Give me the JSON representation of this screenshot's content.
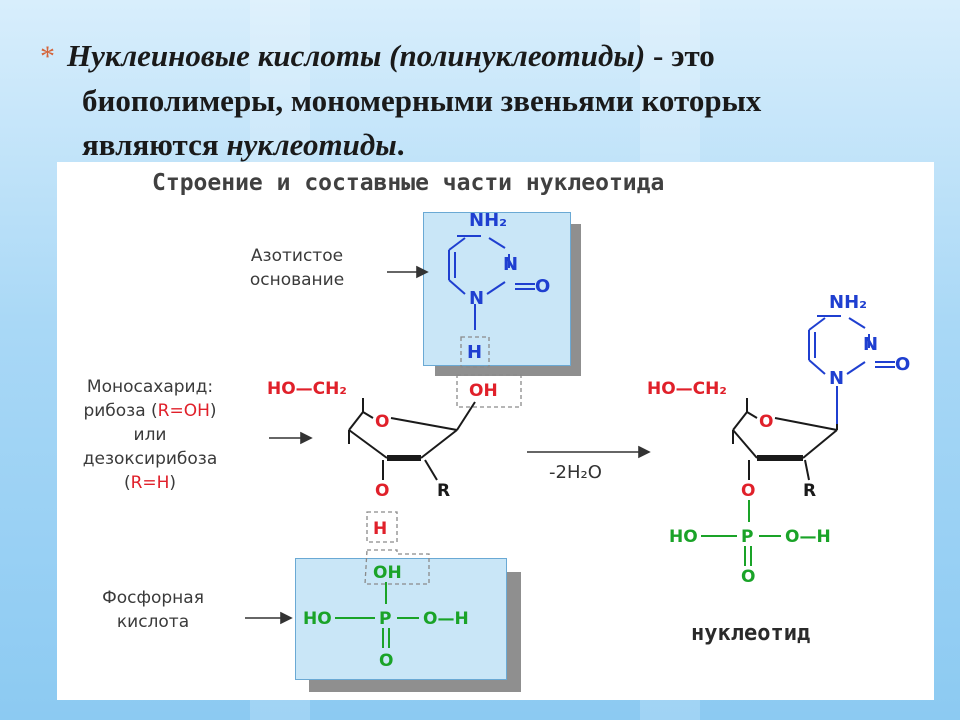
{
  "heading": {
    "bullet": "*",
    "line1_italic": "Нуклеиновые кислоты (полинуклеотиды)",
    "line1_rest": " - это",
    "line2": "биополимеры, мономерными звеньями которых",
    "line3_start": "являются ",
    "line3_italic": "нуклеотиды",
    "line3_end": "."
  },
  "diagram": {
    "title": "Строение и составные части нуклеотида",
    "label_base_1": "Азотистое",
    "label_base_2": "основание",
    "label_sugar_1": "Моносахарид:",
    "label_sugar_2a": "рибоза (",
    "label_sugar_2b": "R=OH",
    "label_sugar_2c": ")",
    "label_sugar_3": "или",
    "label_sugar_4": "дезоксирибоза",
    "label_sugar_5a": "(",
    "label_sugar_5b": "R=H",
    "label_sugar_5c": ")",
    "label_phos_1": "Фосфорная",
    "label_phos_2": "кислота",
    "reaction": "-2H₂O",
    "result": "нуклеотид",
    "atoms": {
      "nh2": "NH₂",
      "n": "N",
      "o": "O",
      "h": "H",
      "oh": "OH",
      "ho_ch2": "HO—CH₂",
      "r": "R",
      "ho": "HO",
      "p": "P",
      "o_h": "O—H"
    }
  },
  "colors": {
    "blue": "#1f3fd0",
    "red": "#e0202a",
    "green": "#1aa328",
    "box": "#c9e6f7",
    "bullet": "#d4643a"
  }
}
